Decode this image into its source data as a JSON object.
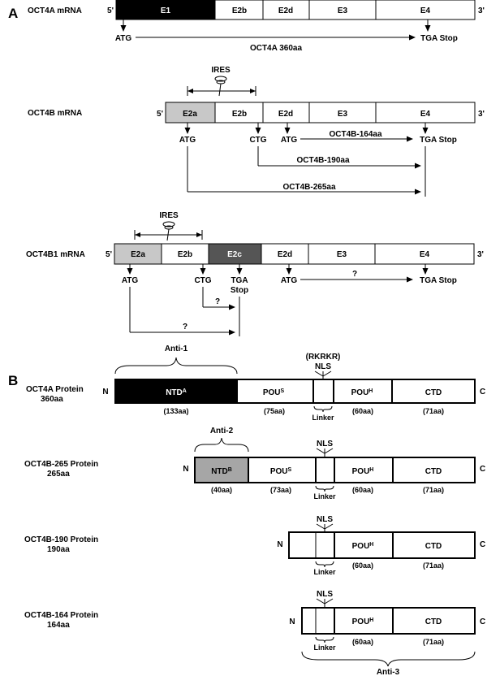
{
  "panel_a": {
    "letter": "A",
    "prime5": "5'",
    "prime3": "3'",
    "ires": "IRES",
    "oct4a": {
      "name": "OCT4A mRNA",
      "exons": [
        "E1",
        "E2b",
        "E2d",
        "E3",
        "E4"
      ],
      "start": "ATG",
      "stop": "TGA Stop",
      "product": "OCT4A 360aa"
    },
    "oct4b": {
      "name": "OCT4B mRNA",
      "exons": [
        "E2a",
        "E2b",
        "E2d",
        "E3",
        "E4"
      ],
      "atg1": "ATG",
      "ctg": "CTG",
      "atg2": "ATG",
      "stop": "TGA Stop",
      "products": [
        "OCT4B-164aa",
        "OCT4B-190aa",
        "OCT4B-265aa"
      ]
    },
    "oct4b1": {
      "name": "OCT4B1 mRNA",
      "exons": [
        "E2a",
        "E2b",
        "E2c",
        "E2d",
        "E3",
        "E4"
      ],
      "atg1": "ATG",
      "ctg": "CTG",
      "tga1": "TGA",
      "stop1": "Stop",
      "atg2": "ATG",
      "stop2": "TGA Stop",
      "unknown": "?"
    }
  },
  "panel_b": {
    "letter": "B",
    "n": "N",
    "c": "C",
    "nls": "NLS",
    "rkrkr": "(RKRKR)",
    "linker": "Linker",
    "pou": "POU",
    "sup_s": "S",
    "sup_h": "H",
    "ctd": "CTD",
    "ntd": "NTD",
    "sup_a": "A",
    "sup_b": "B",
    "oct4a": {
      "name": "OCT4A Protein",
      "length": "360aa",
      "antibody": "Anti-1",
      "sizes": [
        "(133aa)",
        "(75aa)",
        "(60aa)",
        "(71aa)"
      ]
    },
    "oct4b265": {
      "name": "OCT4B-265 Protein",
      "length": "265aa",
      "antibody": "Anti-2",
      "sizes": [
        "(40aa)",
        "(73aa)",
        "(60aa)",
        "(71aa)"
      ]
    },
    "oct4b190": {
      "name": "OCT4B-190 Protein",
      "length": "190aa",
      "sizes": [
        "(60aa)",
        "(71aa)"
      ]
    },
    "oct4b164": {
      "name": "OCT4B-164 Protein",
      "length": "164aa",
      "antibody": "Anti-3",
      "sizes": [
        "(60aa)",
        "(71aa)"
      ]
    }
  },
  "colors": {
    "black_fill": "#000000",
    "light_gray": "#c8c8c8",
    "dark_gray": "#555555",
    "ntd_b_gray": "#a6a6a6"
  }
}
